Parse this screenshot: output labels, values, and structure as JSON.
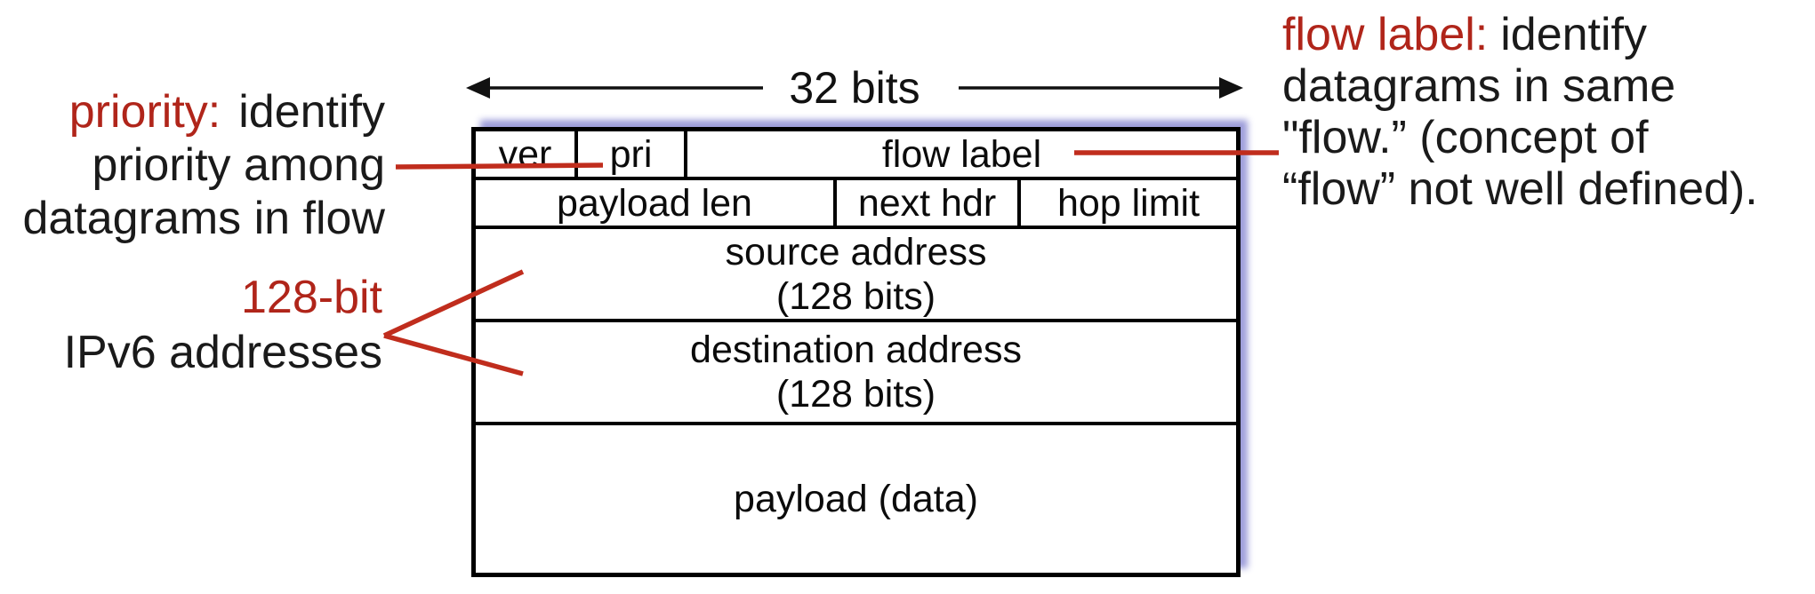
{
  "scale_label": "32 bits",
  "colors": {
    "annotation_red": "#b0251a",
    "connector_red": "#c02d1d",
    "table_border_black": "#000000",
    "shadow_purple": "#9898d8"
  },
  "annotations": {
    "priority": {
      "lead": "priority:",
      "line1_rest": "identify",
      "line2": "priority among",
      "line3": "datagrams in flow"
    },
    "addresses": {
      "line1": "128-bit",
      "line2": "IPv6 addresses"
    },
    "flow_label": {
      "lead": "flow label:",
      "line1_rest": "identify",
      "line2": "datagrams in same",
      "line3": "\"flow.” (concept of",
      "line4": "“flow” not well defined)."
    }
  },
  "header_table": {
    "row1": [
      "ver",
      "pri",
      "flow label"
    ],
    "row2": [
      "payload len",
      "next hdr",
      "hop limit"
    ],
    "row3": [
      "source address",
      "(128 bits)"
    ],
    "row4": [
      "destination address",
      "(128 bits)"
    ],
    "row5": [
      "payload (data)"
    ]
  }
}
